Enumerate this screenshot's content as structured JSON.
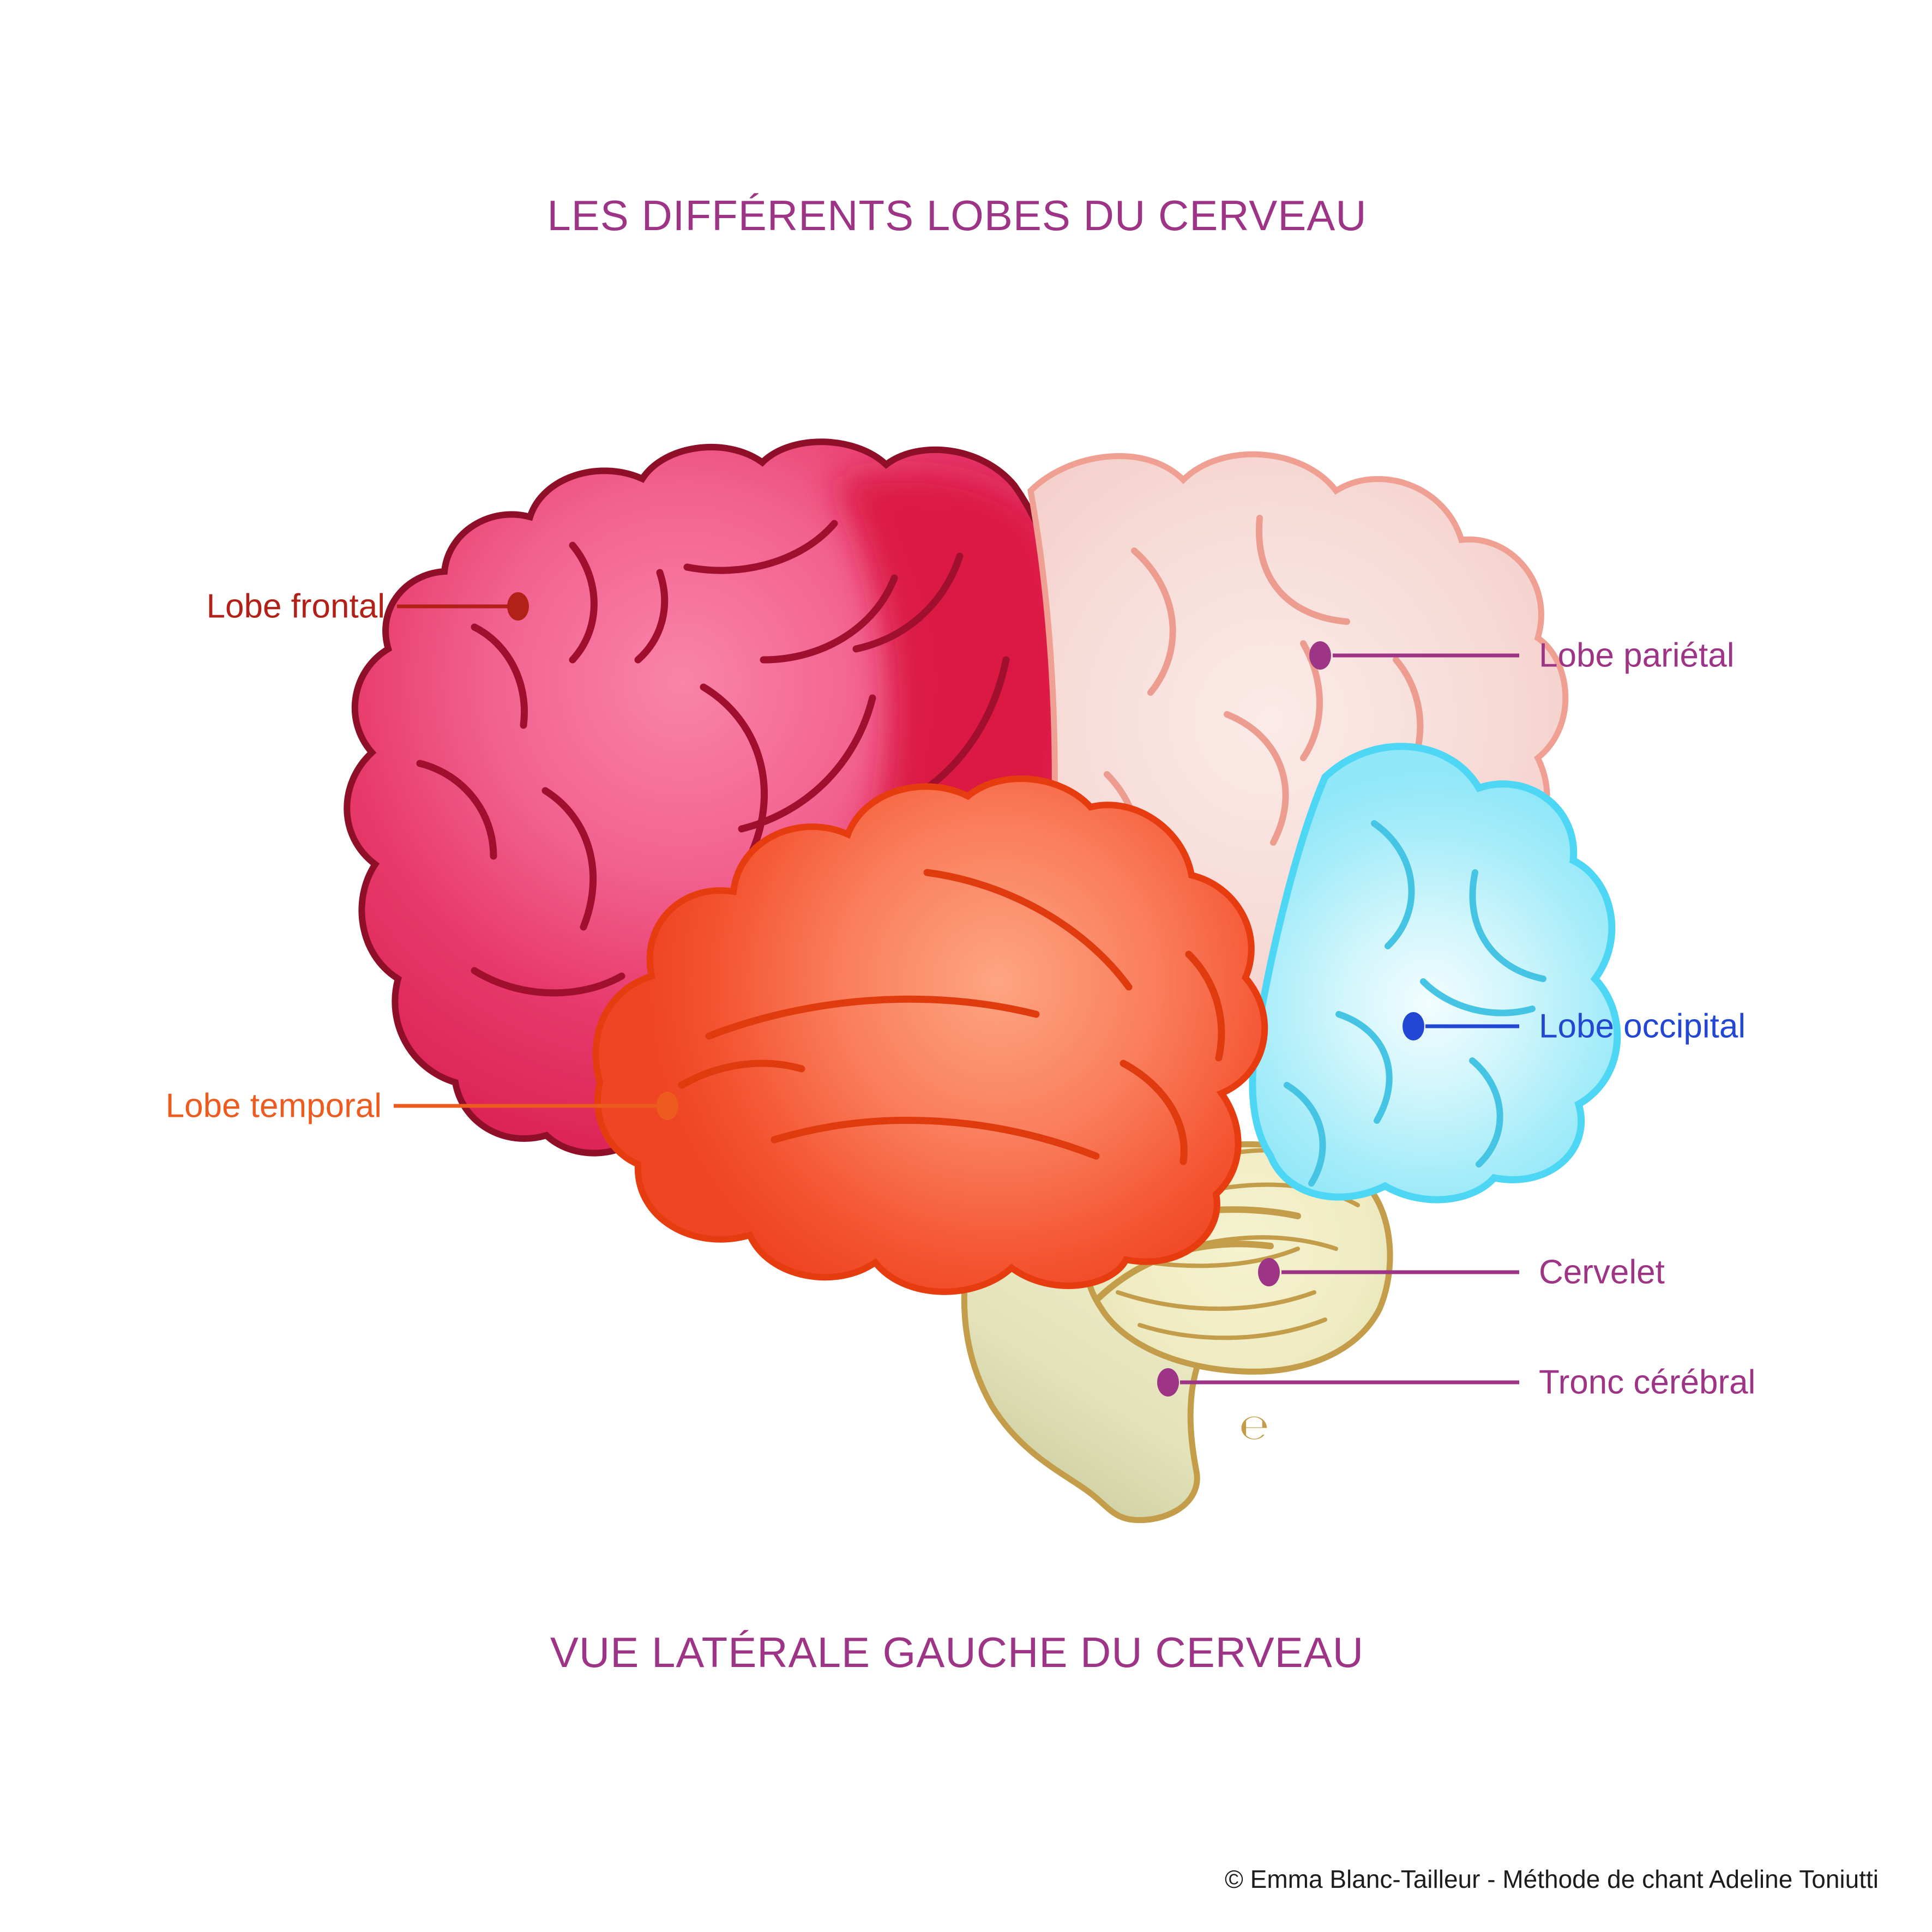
{
  "title": {
    "text": "LES DIFFÉRENTS LOBES DU CERVEAU",
    "color": "#9e3486"
  },
  "subtitle": {
    "text": "VUE LATÉRALE GAUCHE DU CERVEAU",
    "color": "#9e3486"
  },
  "credit": {
    "text": "© Emma Blanc-Tailleur - Méthode de chant Adeline Toniutti",
    "color": "#1c1c1c"
  },
  "signature": {
    "text": "℮",
    "color": "#c49d4b"
  },
  "labels": [
    {
      "name": "frontal",
      "text": "Lobe frontal",
      "color": "#b22018"
    },
    {
      "name": "parietal",
      "text": "Lobe pariétal",
      "color": "#9e3486"
    },
    {
      "name": "occipital",
      "text": "Lobe occipital",
      "color": "#2347d5"
    },
    {
      "name": "temporal",
      "text": "Lobe temporal",
      "color": "#ee5b1f"
    },
    {
      "name": "cervelet",
      "text": "Cervelet",
      "color": "#9e3486"
    },
    {
      "name": "tronc",
      "text": "Tronc cérébral",
      "color": "#9e3486"
    }
  ],
  "anatomy": {
    "frontal": {
      "fill": "#ef4f86",
      "outline": "#8f0f28",
      "sulci": "#a00f2e",
      "deep_region": "#da1441"
    },
    "parietal": {
      "fill": "#f7d9d5",
      "outline": "#f0a093",
      "sulci": "#ec9d90"
    },
    "occipital": {
      "fill": "#9deaf8",
      "outline": "#4ed7f5",
      "sulci": "#45c4e4"
    },
    "temporal": {
      "fill": "#f75c3c",
      "outline": "#e73c10",
      "sulci": "#e03b0e"
    },
    "cervelet": {
      "fill": "#f2efc9",
      "outline": "#c49d4b"
    },
    "tronc": {
      "fill": "#e9e8c0",
      "outline": "#c49d4b"
    }
  }
}
